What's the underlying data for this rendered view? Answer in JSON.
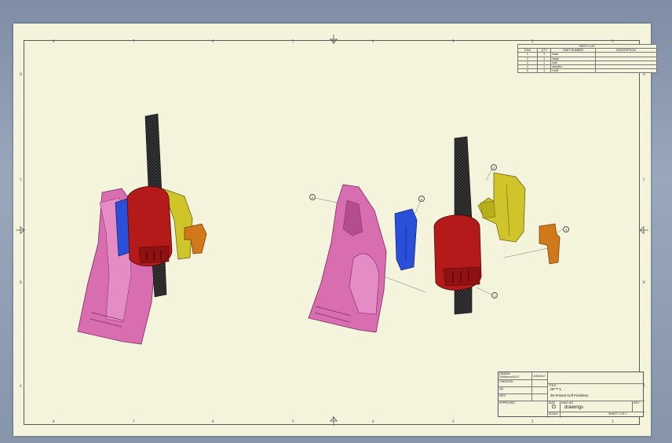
{
  "drawing": {
    "zones_top": [
      "8",
      "7",
      "6",
      "5",
      "4",
      "3",
      "2",
      "1"
    ],
    "zones_side": [
      "D",
      "C",
      "B",
      "A"
    ],
    "parts_list": {
      "title": "PARTS LIST",
      "headers": [
        "ITEM",
        "QTY",
        "PART NUMBER",
        "DESCRIPTION"
      ],
      "rows": [
        [
          "1",
          "1",
          "base",
          ""
        ],
        [
          "2",
          "1",
          "hinge",
          ""
        ],
        [
          "3",
          "1",
          "lock",
          ""
        ],
        [
          "4",
          "1",
          "shrpflex",
          ""
        ],
        [
          "5",
          "1",
          "mold",
          ""
        ]
      ]
    },
    "balloons": [
      "5",
      "4",
      "2",
      "3",
      "1"
    ],
    "title_block": {
      "drawn_label": "DRAWN",
      "drawn_by": "DHMonroe2017",
      "drawn_date": "3/30/2017",
      "checked_label": "CHECKED",
      "qa_label": "QA",
      "mfg_label": "MFG",
      "approved_label": "APPROVED",
      "title_label": "TITLE",
      "title_value": "OP™ 5",
      "subtitle": "3D-Printed Golf Prosthetic",
      "size_label": "SIZE",
      "size_value": "D",
      "dwg_label": "DWG NO",
      "dwg_value": "drawings",
      "rev_label": "REV",
      "scale_label": "SCALE",
      "sheet_label": "SHEET 1 OF 1"
    },
    "colors": {
      "pink": "#d86db0",
      "red": "#b51a1a",
      "yellow": "#cfc52a",
      "orange": "#d0781a",
      "blue": "#2a4fd8",
      "rod": "#1e1e1e"
    }
  }
}
